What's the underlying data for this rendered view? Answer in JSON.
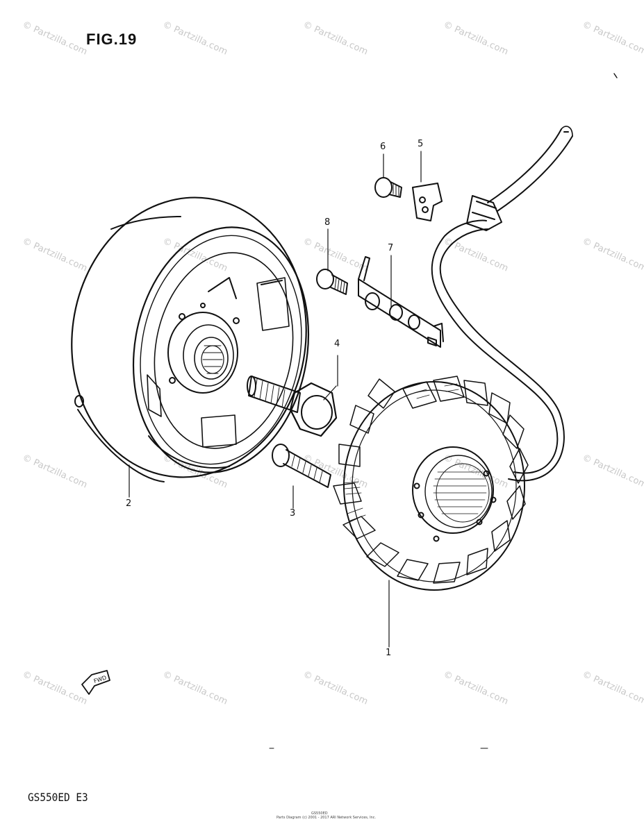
{
  "figure": {
    "title": "FIG.19",
    "model_code": "GS550ED  E3",
    "footer_code": "GS550ED",
    "footer_copy": "Parts Diagram (c) 2001 - 2017 ARI Network Services, Inc.",
    "fwd_label": "FWD",
    "watermark": "© Partzilla.com"
  },
  "callouts": [
    {
      "id": "1",
      "label": "1"
    },
    {
      "id": "2",
      "label": "2"
    },
    {
      "id": "3",
      "label": "3"
    },
    {
      "id": "4",
      "label": "4"
    },
    {
      "id": "5",
      "label": "5"
    },
    {
      "id": "6",
      "label": "6"
    },
    {
      "id": "7",
      "label": "7"
    },
    {
      "id": "8",
      "label": "8"
    }
  ],
  "icons": {
    "flywheel": "flywheel-rotor-icon",
    "stator": "stator-coil-icon",
    "bolt": "bolt-icon",
    "fwd": "fwd-arrow-icon"
  }
}
